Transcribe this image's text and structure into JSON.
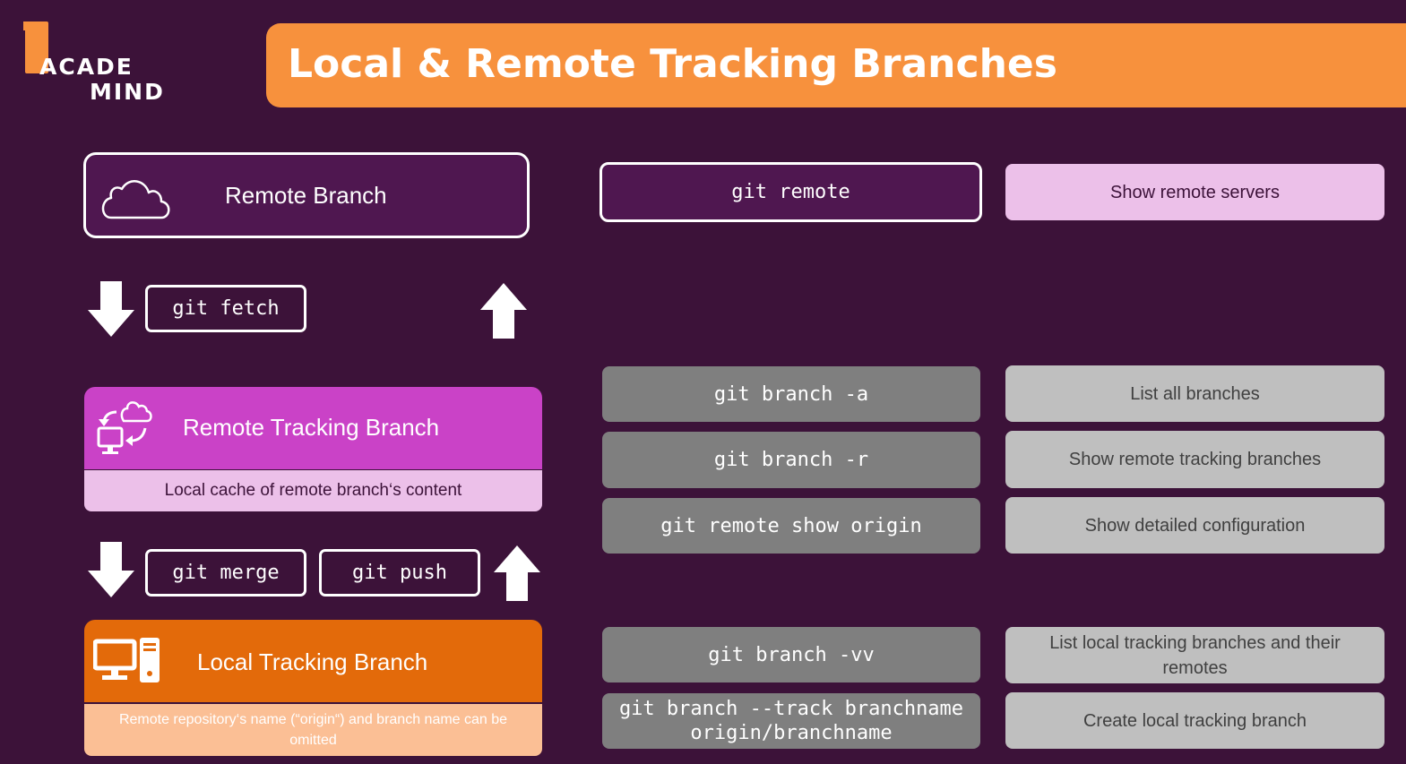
{
  "logo": {
    "line1": "ACADE",
    "line2": "MIND"
  },
  "title": "Local & Remote Tracking Branches",
  "diagram": {
    "remote_branch": {
      "label": "Remote Branch",
      "icon": "cloud-icon"
    },
    "remote_tracking_branch": {
      "label": "Remote Tracking Branch",
      "caption": "Local cache of remote branch‘s content",
      "icon": "sync-icon"
    },
    "local_tracking_branch": {
      "label": "Local Tracking Branch",
      "caption": "Remote repository‘s name (“origin“) and branch name can be omitted",
      "icon": "computer-icon"
    },
    "commands": {
      "fetch": "git fetch",
      "merge": "git merge",
      "push": "git push"
    }
  },
  "command_table": [
    {
      "command": "git remote",
      "description": "Show remote servers"
    },
    {
      "command": "git branch -a",
      "description": "List all branches"
    },
    {
      "command": "git branch -r",
      "description": "Show remote tracking branches"
    },
    {
      "command": "git remote show origin",
      "description": "Show detailed configuration"
    },
    {
      "command": "git branch -vv",
      "description": "List local tracking branches and their remotes"
    },
    {
      "command": "git branch --track branchname origin/branchname",
      "description": "Create local tracking branch"
    }
  ],
  "colors": {
    "background": "#3c1239",
    "accent_orange": "#f7913d",
    "remote_purple": "#4f1750",
    "tracking_magenta": "#ca42c7",
    "local_orange": "#e36a0a",
    "gray": "#7f7f7f",
    "light_gray": "#bfbfbf"
  }
}
